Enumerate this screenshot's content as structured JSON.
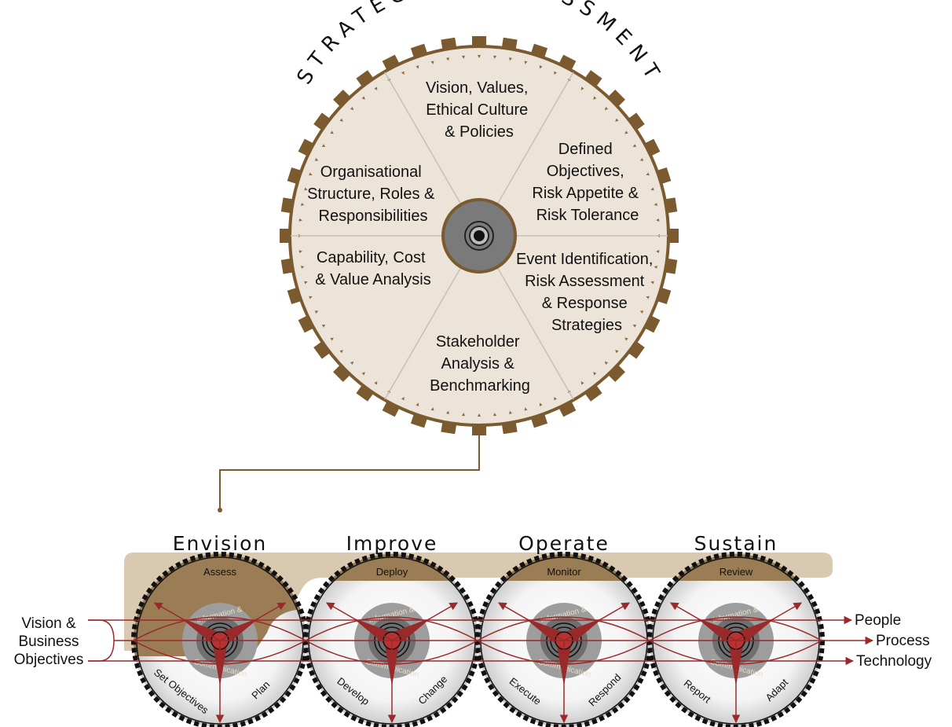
{
  "title": "STRATEGY & ASSESSMENT",
  "segments": [
    [
      "Vision, Values,",
      "Ethical Culture",
      "& Policies"
    ],
    [
      "Defined",
      "Objectives,",
      "Risk Appetite &",
      "Risk Tolerance"
    ],
    [
      "Event Identification,",
      "Risk Assessment",
      "& Response",
      "Strategies"
    ],
    [
      "Stakeholder",
      "Analysis &",
      "Benchmarking"
    ],
    [
      "Capability, Cost",
      "& Value Analysis"
    ],
    [
      "Organisational",
      "Structure, Roles &",
      "Responsibilities"
    ]
  ],
  "stages": [
    {
      "title": "Envision",
      "top": "Assess",
      "left": "Set Objectives",
      "right": "Plan"
    },
    {
      "title": "Improve",
      "top": "Deploy",
      "left": "Develop",
      "right": "Change"
    },
    {
      "title": "Operate",
      "top": "Monitor",
      "left": "Execute",
      "right": "Respond"
    },
    {
      "title": "Sustain",
      "top": "Review",
      "left": "Report",
      "right": "Adapt"
    }
  ],
  "info_top": "Information &",
  "info_bottom": "Communication",
  "inputs": [
    "Vision &",
    "Business",
    "Objectives"
  ],
  "outputs": [
    "People",
    "Process",
    "Technology"
  ],
  "colors": {
    "wheel_fill": "#ece4d9",
    "gear_brown": "#7a5a2e",
    "band": "#d9c9b1",
    "arrow_red": "#9a2a2a",
    "hub_gray": "#7a7a7a"
  }
}
